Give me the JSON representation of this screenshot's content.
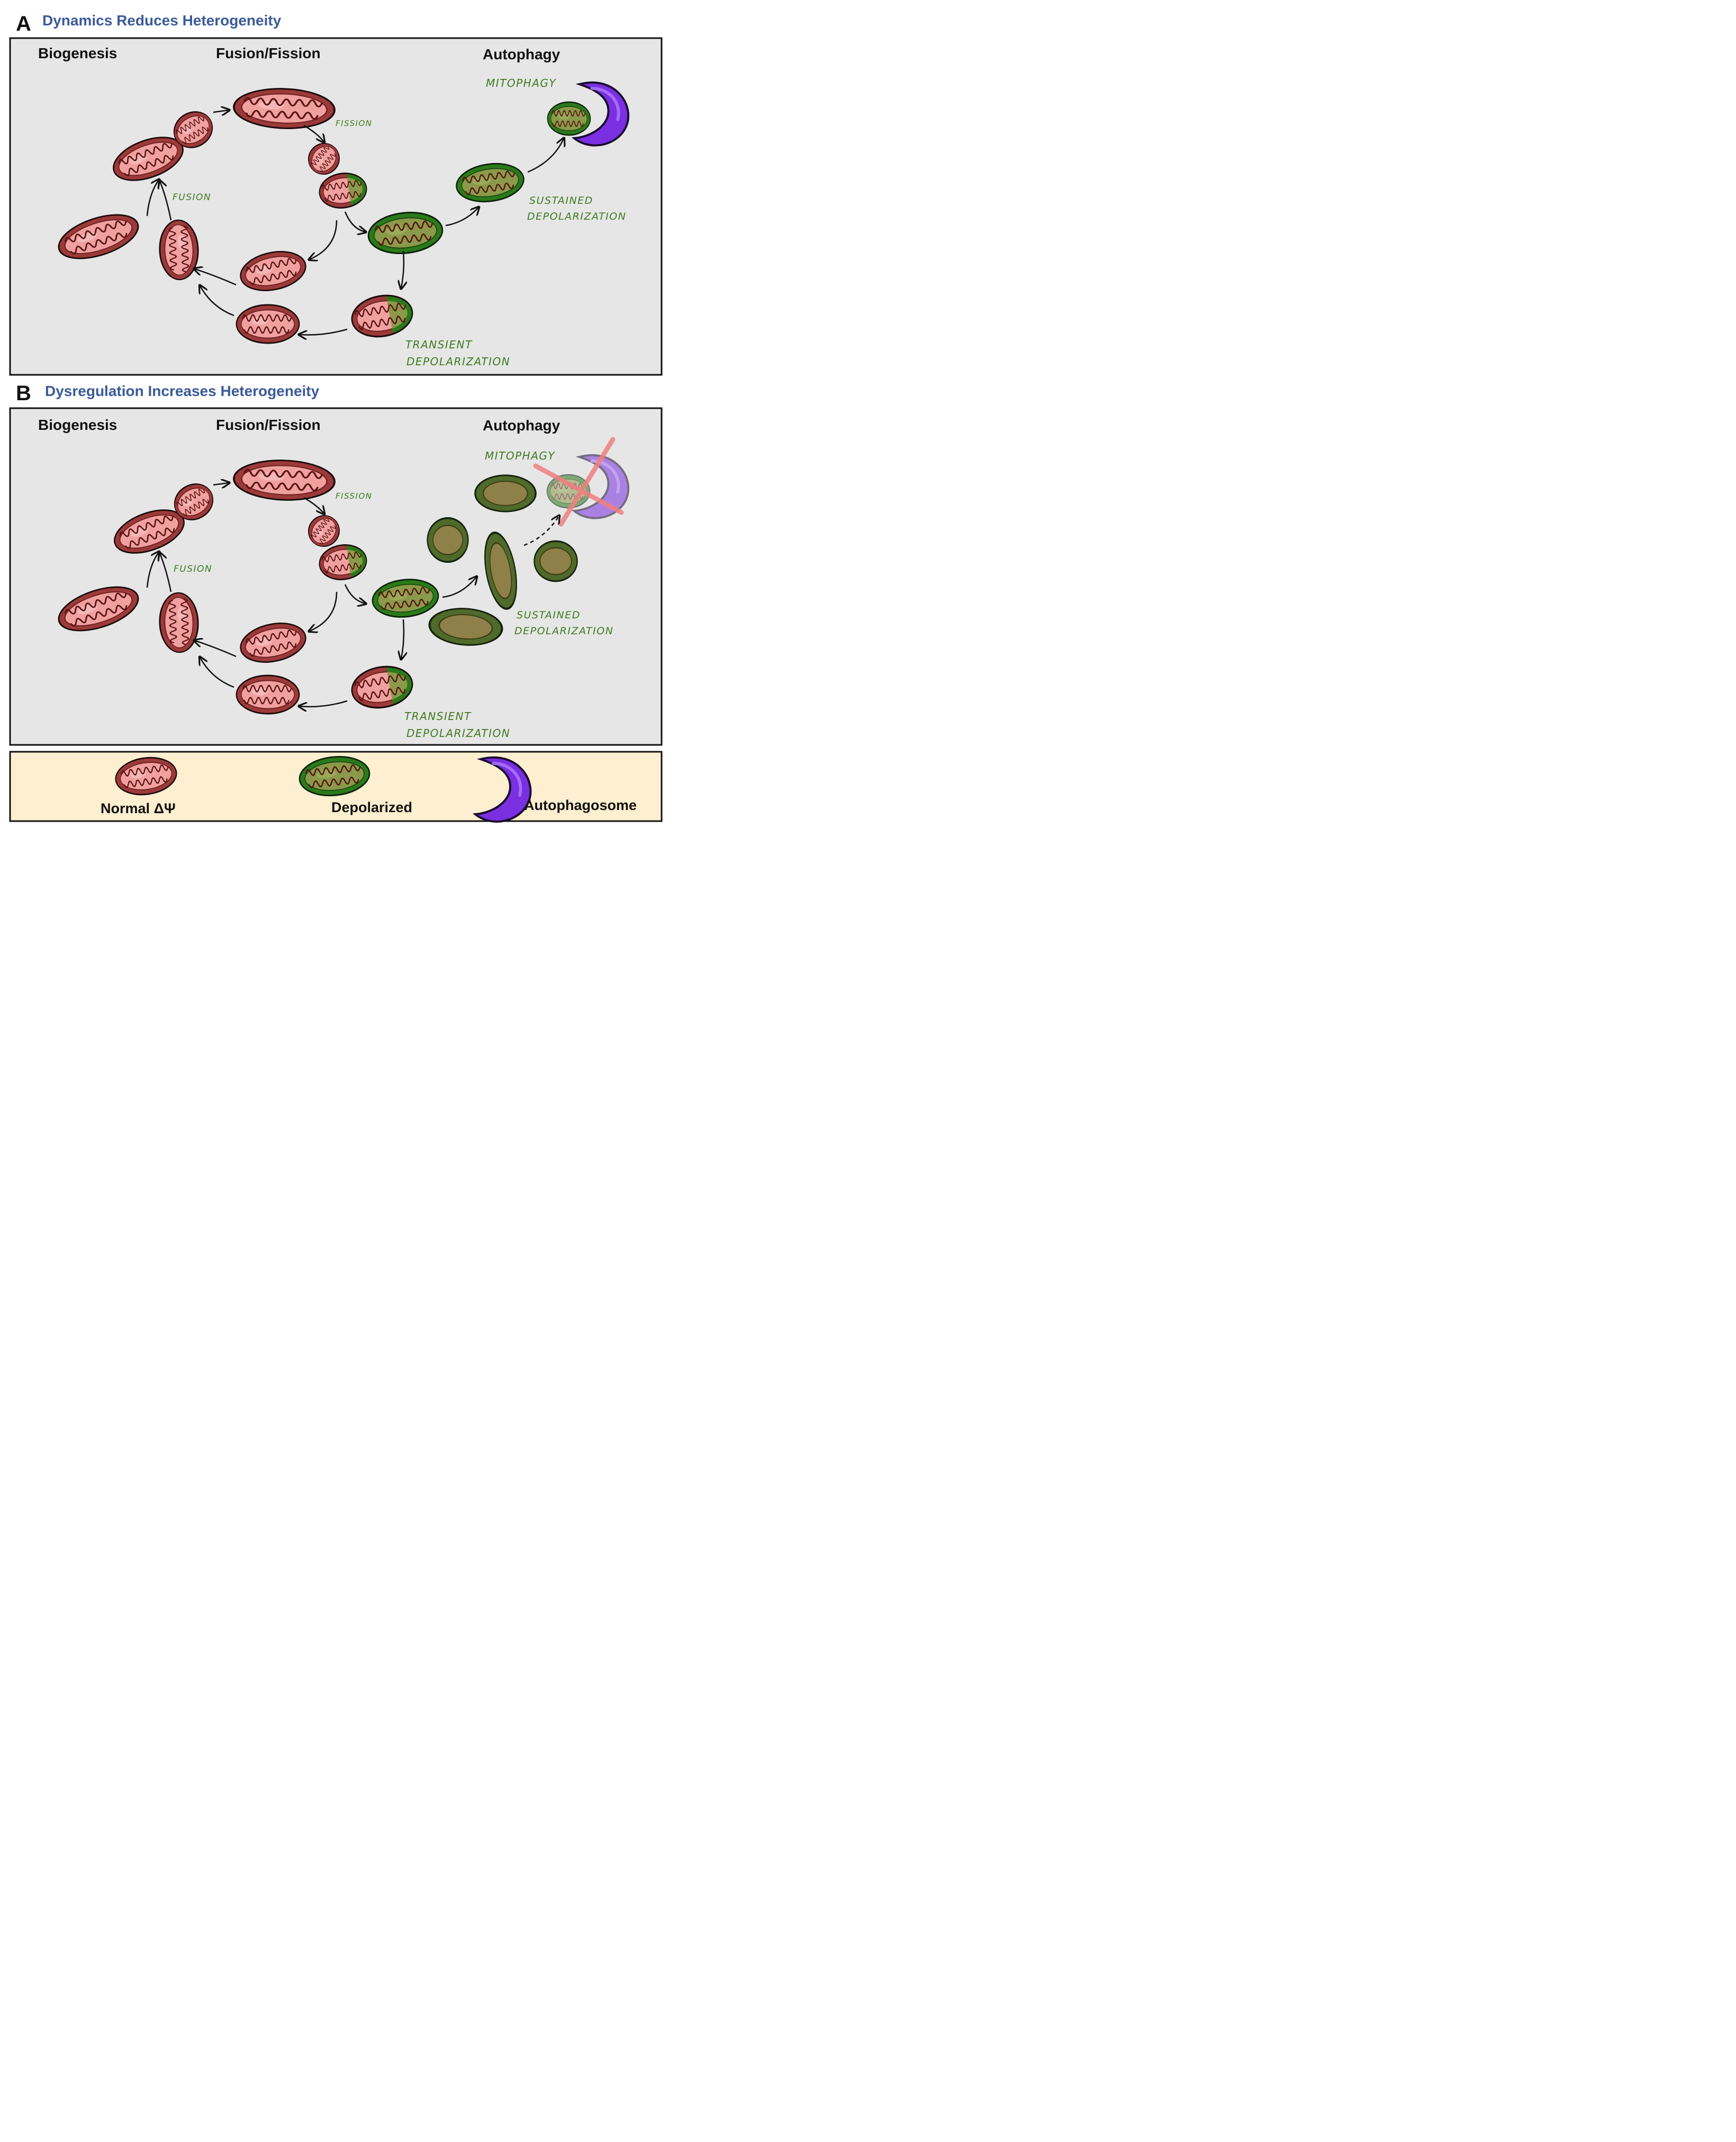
{
  "colors": {
    "panel_bg": "#e6e6e6",
    "legend_bg": "#fdefcf",
    "border": "#111111",
    "title_blue": "#3b5a9a",
    "handwriting_green": "#3f7a1e",
    "mito_red_outer": "#9c3a3a",
    "mito_red_inner": "#f1a0a0",
    "mito_green_outer": "#2a7a1a",
    "mito_green_inner": "#8a9a4a",
    "mito_brown_inner": "#8e8048",
    "autophagosome_purple": "#7a2fe0",
    "cross_red": "#f08080"
  },
  "panel_a": {
    "letter": "A",
    "title": "Dynamics Reduces Heterogeneity",
    "headers": {
      "biogenesis": "Biogenesis",
      "fusion_fission": "Fusion/Fission",
      "autophagy": "Autophagy"
    },
    "labels": {
      "mitophagy": "MITOPHAGY",
      "fission": "FISSION",
      "fusion": "FUSION",
      "sustained_1": "SUSTAINED",
      "sustained_2": "DEPOLARIZATION",
      "transient_1": "TRANSIENT",
      "transient_2": "DEPOLARIZATION"
    }
  },
  "panel_b": {
    "letter": "B",
    "title": "Dysregulation Increases Heterogeneity",
    "headers": {
      "biogenesis": "Biogenesis",
      "fusion_fission": "Fusion/Fission",
      "autophagy": "Autophagy"
    },
    "labels": {
      "mitophagy": "MITOPHAGY",
      "fission": "FISSION",
      "fusion": "FUSION",
      "sustained_1": "SUSTAINED",
      "sustained_2": "DEPOLARIZATION",
      "transient_1": "TRANSIENT",
      "transient_2": "DEPOLARIZATION"
    }
  },
  "legend": {
    "normal": "Normal ΔΨ",
    "depolarized": "Depolarized",
    "autophagosome": "Autophagosome"
  }
}
